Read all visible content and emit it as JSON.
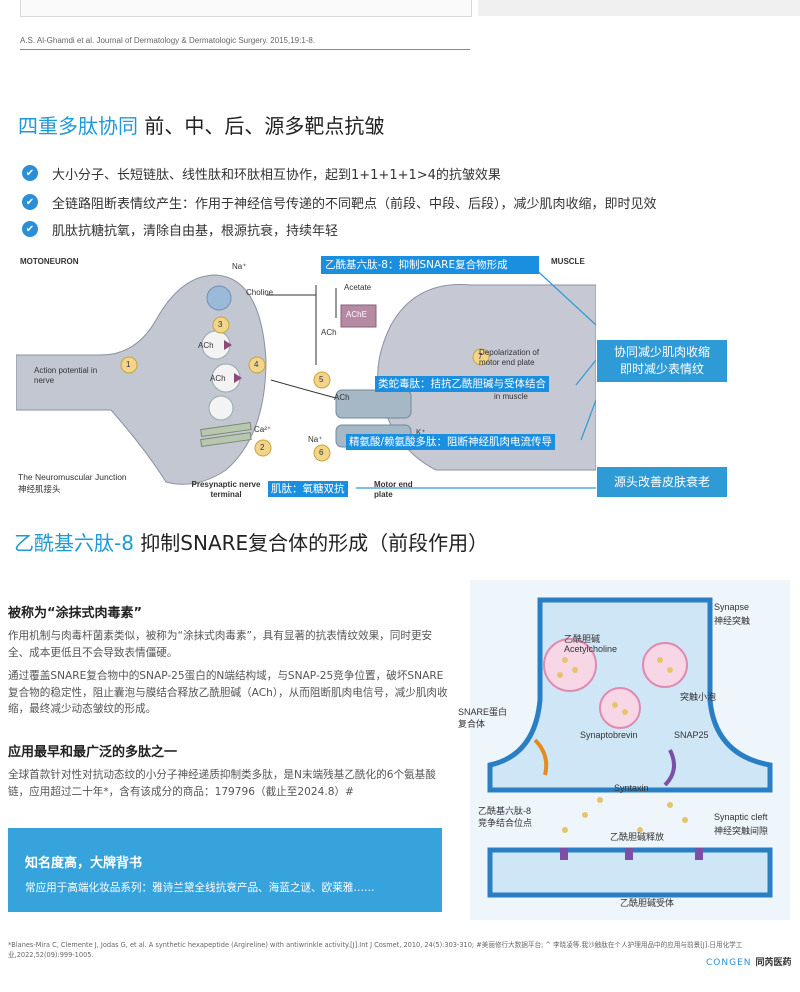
{
  "header": {
    "citation": "A.S. Al-Ghamdi et al. Journal of Dermatology & Dermatologic Surgery. 2015,19:1-8."
  },
  "section1": {
    "title_accent": "四重多肽协同",
    "title_rest": " 前、中、后、源多靶点抗皱",
    "bullets": [
      "大小分子、长短链肽、线性肽和环肽相互协作，起到1+1+1+1>4的抗皱效果",
      "全链路阻断表情纹产生：作用于神经信号传递的不同靶点（前段、中段、后段），减少肌肉收缩，即时见效",
      "肌肽抗糖抗氧，清除自由基，根源抗衰，持续年轻"
    ]
  },
  "diagram": {
    "motoneuron": "MOTONEURON",
    "muscle": "MUSCLE",
    "na": "Na⁺",
    "choline": "Choline",
    "acetate": "Acetate",
    "ache": "AChE",
    "ach": "ACh",
    "action_potential": "Action potential in nerve",
    "ca": "Ca²⁺",
    "depolarization": "Depolarization of motor end plate",
    "in_muscle": "in muscle",
    "na2": "Na⁺",
    "k": "K⁺",
    "caption_en": "The Neuromuscular Junction",
    "caption_cn": "神经肌接头",
    "presynaptic": "Presynaptic nerve terminal",
    "motor_end_plate": "Motor end plate",
    "numbers": [
      "1",
      "2",
      "3",
      "4",
      "5",
      "6",
      "7"
    ],
    "overlay_1": "乙酰基六肽-8：抑制SNARE复合物形成",
    "overlay_2": "类蛇毒肽：拮抗乙酰胆碱与受体结合",
    "overlay_3": "精氨酸/赖氨酸多肽：阻断神经肌肉电流传导",
    "overlay_4": "肌肽：氧糖双抗",
    "result_1a": "协同减少肌肉收缩",
    "result_1b": "即时减少表情纹",
    "result_2": "源头改善皮肤衰老"
  },
  "section2": {
    "title_accent": "乙酰基六肽-8",
    "title_rest": " 抑制SNARE复合体的形成（前段作用）",
    "sub1": "被称为“涂抹式肉毒素”",
    "para1": "作用机制与肉毒杆菌素类似，被称为“涂抹式肉毒素”，具有显著的抗表情纹效果，同时更安全、成本更低且不会导致表情僵硬。",
    "para2": "通过覆盖SNARE复合物中的SNAP-25蛋白的N端结构域，与SNAP-25竞争位置，破坏SNARE复合物的稳定性，阻止囊泡与膜结合释放乙酰胆碱（ACh），从而阻断肌肉电信号，减少肌肉收缩，最终减少动态皱纹的形成。",
    "sub2": "应用最早和最广泛的多肽之一",
    "para3": "全球首款针对性对抗动态纹的小分子神经递质抑制类多肽，是N末端残基乙酰化的6个氨基酸链，应用超过二十年*，含有该成分的商品：179796（截止至2024.8）#",
    "card_title": "知名度高，大牌背书",
    "card_desc": "常应用于高端化妆品系列：雅诗兰黛全线抗衰产品、海蓝之谜、欧莱雅……"
  },
  "synapse": {
    "synapse_en": "Synapse",
    "synapse_cn": "神经突触",
    "ach_cn": "乙酰胆碱",
    "ach_en": "Acetylcholine",
    "vesicle": "突触小泡",
    "snare": "SNARE蛋白",
    "snare2": "复合体",
    "synaptobrevin": "Synaptobrevin",
    "snap25": "SNAP25",
    "syntaxin": "Syntaxin",
    "peptide": "乙酰基六肽-8",
    "site": "竞争结合位点",
    "cleft_en": "Synaptic cleft",
    "cleft_cn": "神经突触间隙",
    "release": "乙酰胆碱释放",
    "receptor": "乙酰胆碱受体"
  },
  "footer": {
    "footnote": "*Blanes-Mira C, Clemente J, Jodas G, et al. A synthetic hexapeptide (Argireline) with antiwrinkle activity.[J].Int J Cosmet, 2010, 24(5):303-310;  #美丽修行大数据平台;  ^ 李晓凌等.我沙触肽在个人护理用品中的应用与前景[J].日用化学工业,2022,52(09):999-1005.",
    "brand_en": "CONGEN",
    "brand_cn": "同芮医药"
  },
  "colors": {
    "accent": "#1f9ad6",
    "card": "#36a3dd",
    "overlay": "#1a8fe0"
  }
}
